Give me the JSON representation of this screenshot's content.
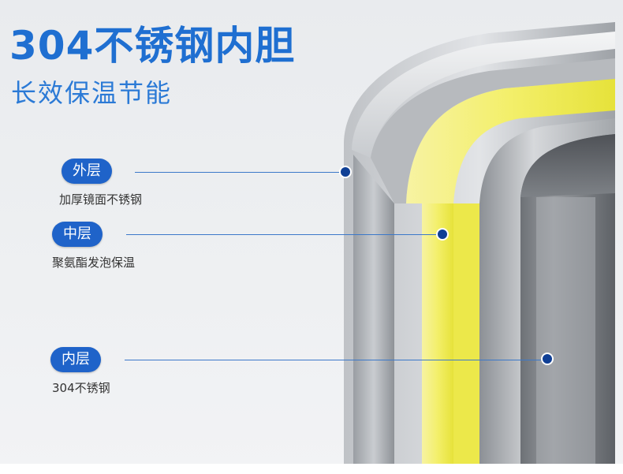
{
  "headline": {
    "title": "304不锈钢内胆",
    "subtitle": "长效保温节能"
  },
  "layers": [
    {
      "label": "外层",
      "description": "加厚镜面不锈钢"
    },
    {
      "label": "中层",
      "description": "聚氨酯发泡保温"
    },
    {
      "label": "内层",
      "description": "304不锈钢"
    }
  ],
  "colors": {
    "title": "#1f6fd1",
    "pill": "#1f63c9",
    "marker": "#0f3f95",
    "insulation": "#f2ef5a"
  }
}
